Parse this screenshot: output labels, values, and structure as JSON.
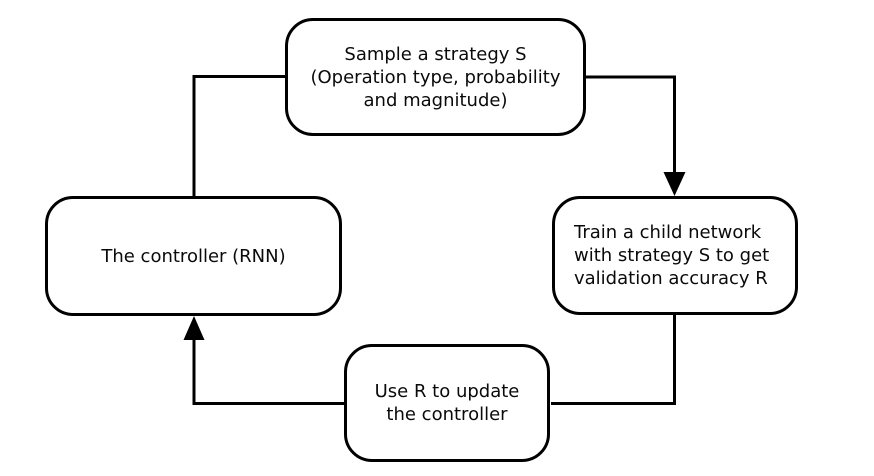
{
  "diagram": {
    "type": "flowchart-cycle",
    "background_color": "#ffffff",
    "stroke_color": "#000000",
    "text_color": "#0a0a0a",
    "nodes": {
      "controller": {
        "label": "The controller (RNN)"
      },
      "sample": {
        "label": "Sample a strategy S\n(Operation type, probability\nand magnitude)"
      },
      "train": {
        "label": "Train a child network\nwith strategy S to get\nvalidation accuracy R"
      },
      "update": {
        "label": "Use R to update\nthe controller"
      }
    },
    "edges": [
      {
        "from": "controller",
        "to": "sample",
        "arrowhead": false
      },
      {
        "from": "sample",
        "to": "train",
        "arrowhead": true
      },
      {
        "from": "train",
        "to": "update",
        "arrowhead": false
      },
      {
        "from": "update",
        "to": "controller",
        "arrowhead": true
      }
    ]
  }
}
